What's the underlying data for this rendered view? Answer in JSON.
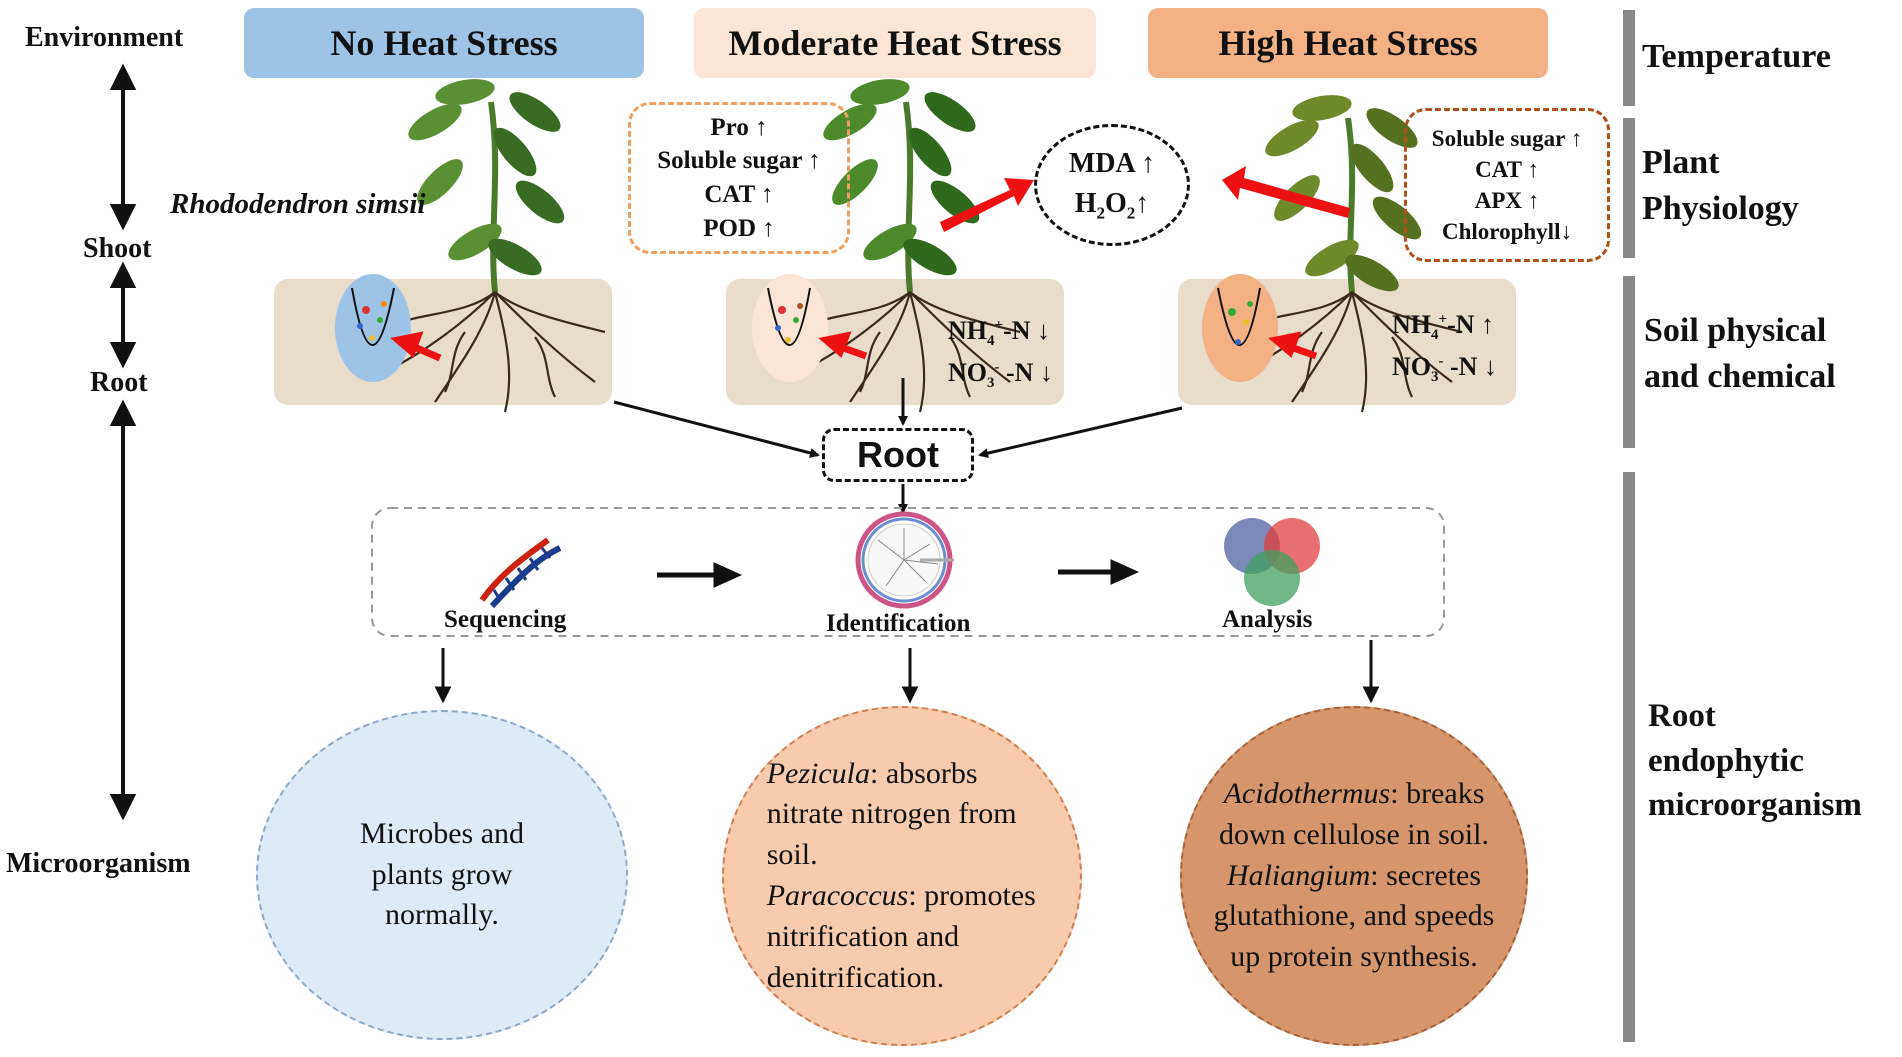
{
  "left_labels": {
    "environment": "Environment",
    "shoot": "Shoot",
    "root": "Root",
    "microorganism": "Microorganism"
  },
  "right_labels": {
    "temperature": "Temperature",
    "plant_physiology": [
      "Plant",
      "Physiology"
    ],
    "soil": [
      "Soil physical",
      "and chemical"
    ],
    "microbe": [
      "Root",
      "endophytic",
      "microorganism"
    ]
  },
  "conditions": [
    {
      "label": "No Heat Stress",
      "color": "#9dc3e6"
    },
    {
      "label": "Moderate Heat Stress",
      "color": "#fbe5d6"
    },
    {
      "label": "High Heat Stress",
      "color": "#f4b183"
    }
  ],
  "species": "Rhododendron simsii",
  "moderate_physiology": [
    "Pro ↑",
    "Soluble  sugar ↑",
    "CAT ↑",
    "POD ↑"
  ],
  "high_physiology": [
    "Soluble  sugar ↑",
    "CAT ↑",
    "APX ↑",
    "Chlorophyll↓"
  ],
  "oxidative": {
    "line1": "MDA ↑",
    "line2_main": "H",
    "line2_sub1": "2",
    "line2_mid": "O",
    "line2_sub2": "2",
    "line2_arrow": "↑"
  },
  "soil_moderate": {
    "nh4": {
      "base": "NH",
      "sub": "4",
      "sup": "+",
      "suffix": "-N ↓"
    },
    "no3": {
      "base": "NO",
      "sub": "3",
      "sup": "-",
      "suffix": " -N ↓"
    }
  },
  "soil_high": {
    "nh4": {
      "base": "NH",
      "sub": "4",
      "sup": "+",
      "suffix": "-N ↑"
    },
    "no3": {
      "base": "NO",
      "sub": "3",
      "sup": "-",
      "suffix": " -N ↓"
    }
  },
  "root_box": "Root",
  "steps": [
    "Sequencing",
    "Identification",
    "Analysis"
  ],
  "outcomes": {
    "none": "Microbes and plants grow normally.",
    "moderate": [
      {
        "genus": "Pezicula",
        "text": ": absorbs nitrate nitrogen from soil."
      },
      {
        "genus": "Paracoccus",
        "text": ": promotes nitrification and denitrification."
      }
    ],
    "high": [
      {
        "genus": "Acidothermus",
        "text": ": breaks down cellulose in soil."
      },
      {
        "genus": "Haliangium",
        "text": ": secretes glutathione, and speeds up protein synthesis."
      }
    ]
  },
  "colors": {
    "arrow_red": "#ee1111",
    "circle_none": "#deebf7",
    "circle_moderate": "#f8cbad",
    "circle_high": "#d6956a",
    "soil": "#e8dccb",
    "box_moderate_border": "#f0a060",
    "box_high_border": "#b2501a"
  }
}
